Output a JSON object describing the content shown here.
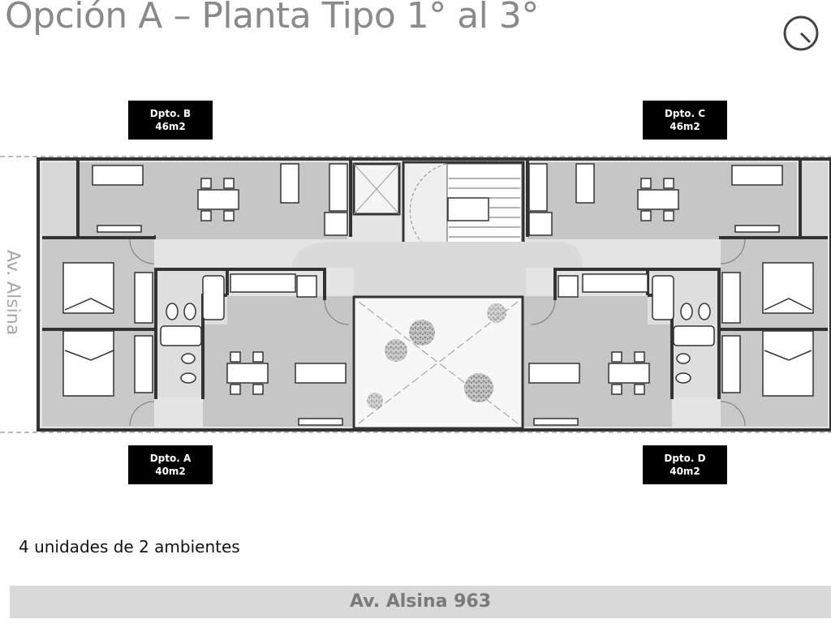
{
  "title": "Opción A – Planta Tipo 1° al 3°",
  "clock_icon": "clock-icon",
  "units": [
    {
      "name": "Dpto. B",
      "area": "46m2"
    },
    {
      "name": "Dpto. C",
      "area": "46m2"
    },
    {
      "name": "Dpto. A",
      "area": "40m2"
    },
    {
      "name": "Dpto. D",
      "area": "40m2"
    }
  ],
  "street_side_label": "Av. Alsina",
  "summary": "4 unidades de 2 ambientes",
  "footer": "Av. Alsina 963",
  "colors": {
    "room_fill": "#c8c8c8",
    "common_fill": "#dcdcdc",
    "wall": "#3a3a3a",
    "label_bg": "#000000",
    "footer_bg": "#d9d9d9"
  }
}
